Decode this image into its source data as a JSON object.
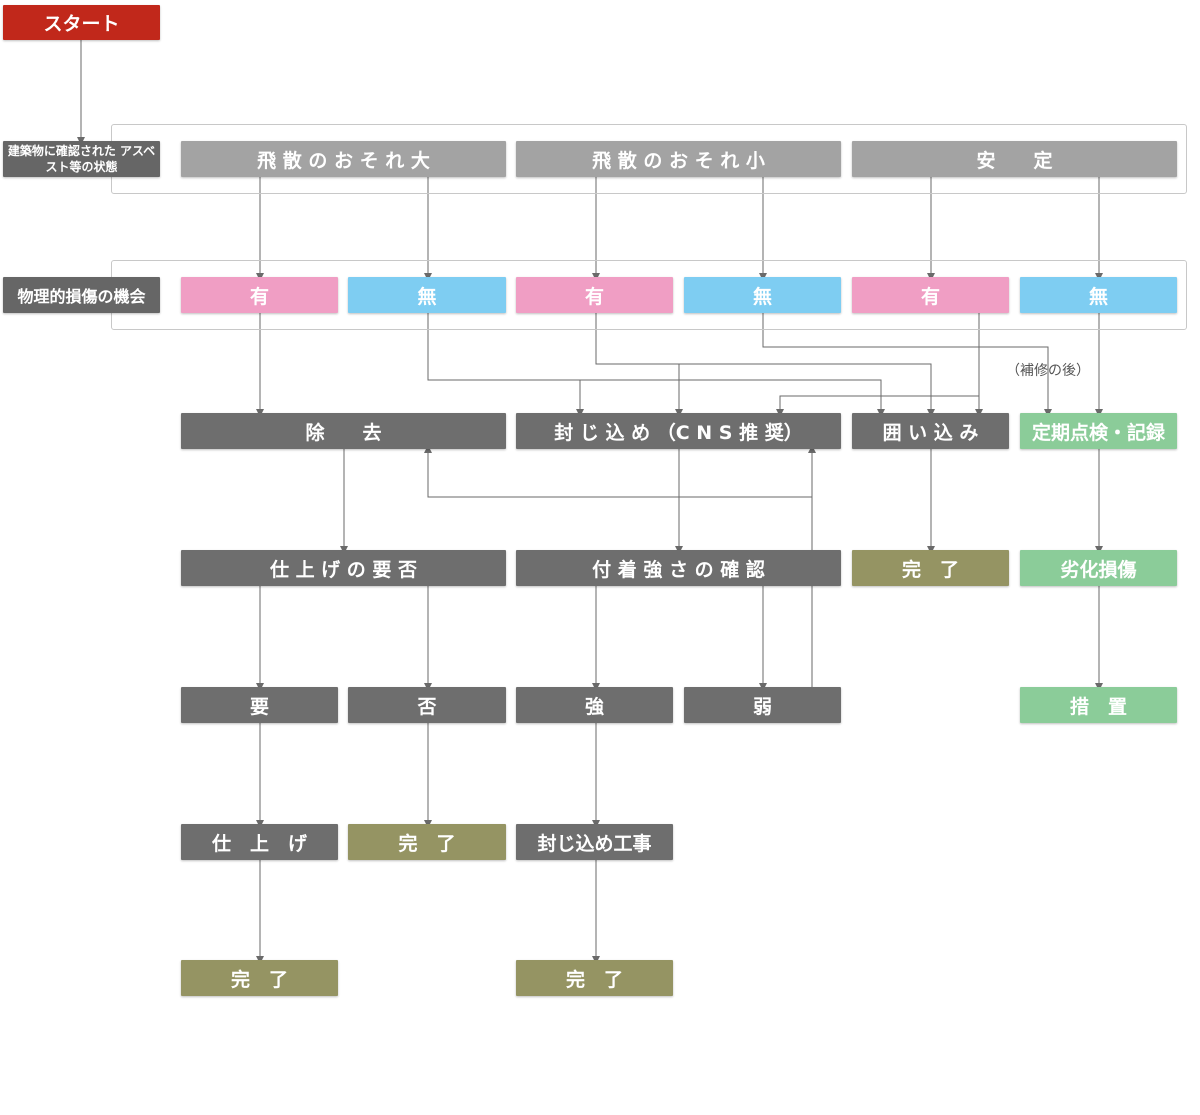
{
  "colors": {
    "start": "#c1281b",
    "label": "#666666",
    "state": "#a3a3a3",
    "yes": "#f09ec4",
    "no": "#7ecdf2",
    "action": "#6e6e6e",
    "done": "#959463",
    "monitor": "#8bcc99",
    "line": "#6a6a6a",
    "frame": "#c8c8c8"
  },
  "nodes": {
    "start": "スタート",
    "row1_label": "建築物に確認された アスベスト等の状態",
    "row2_label": "物理的損傷の機会",
    "state_high": "飛 散 の お そ れ 大",
    "state_low": "飛 散 の お そ れ 小",
    "state_stable": "安　　定",
    "has_1": "有",
    "none_1": "無",
    "has_2": "有",
    "none_2": "無",
    "has_3": "有",
    "none_3": "無",
    "removal": "除　　去",
    "sealing": "封 じ 込 め （C N S 推 奨）",
    "enclosure": "囲 い 込 み",
    "inspection": "定期点検・記録",
    "finish_need": "仕 上 げ の 要 否",
    "adhesion_check": "付 着 強 さ の 確 認",
    "done_enclosure": "完　了",
    "deterioration": "劣化損傷",
    "need": "要",
    "not_need": "否",
    "strong": "強",
    "weak": "弱",
    "measure": "措　置",
    "finishing": "仕　上　げ",
    "done_not_need": "完　了",
    "sealing_work": "封じ込め工事",
    "done_finishing": "完　了",
    "done_sealing": "完　了"
  },
  "notes": {
    "after_repair": "（補修の後）"
  }
}
